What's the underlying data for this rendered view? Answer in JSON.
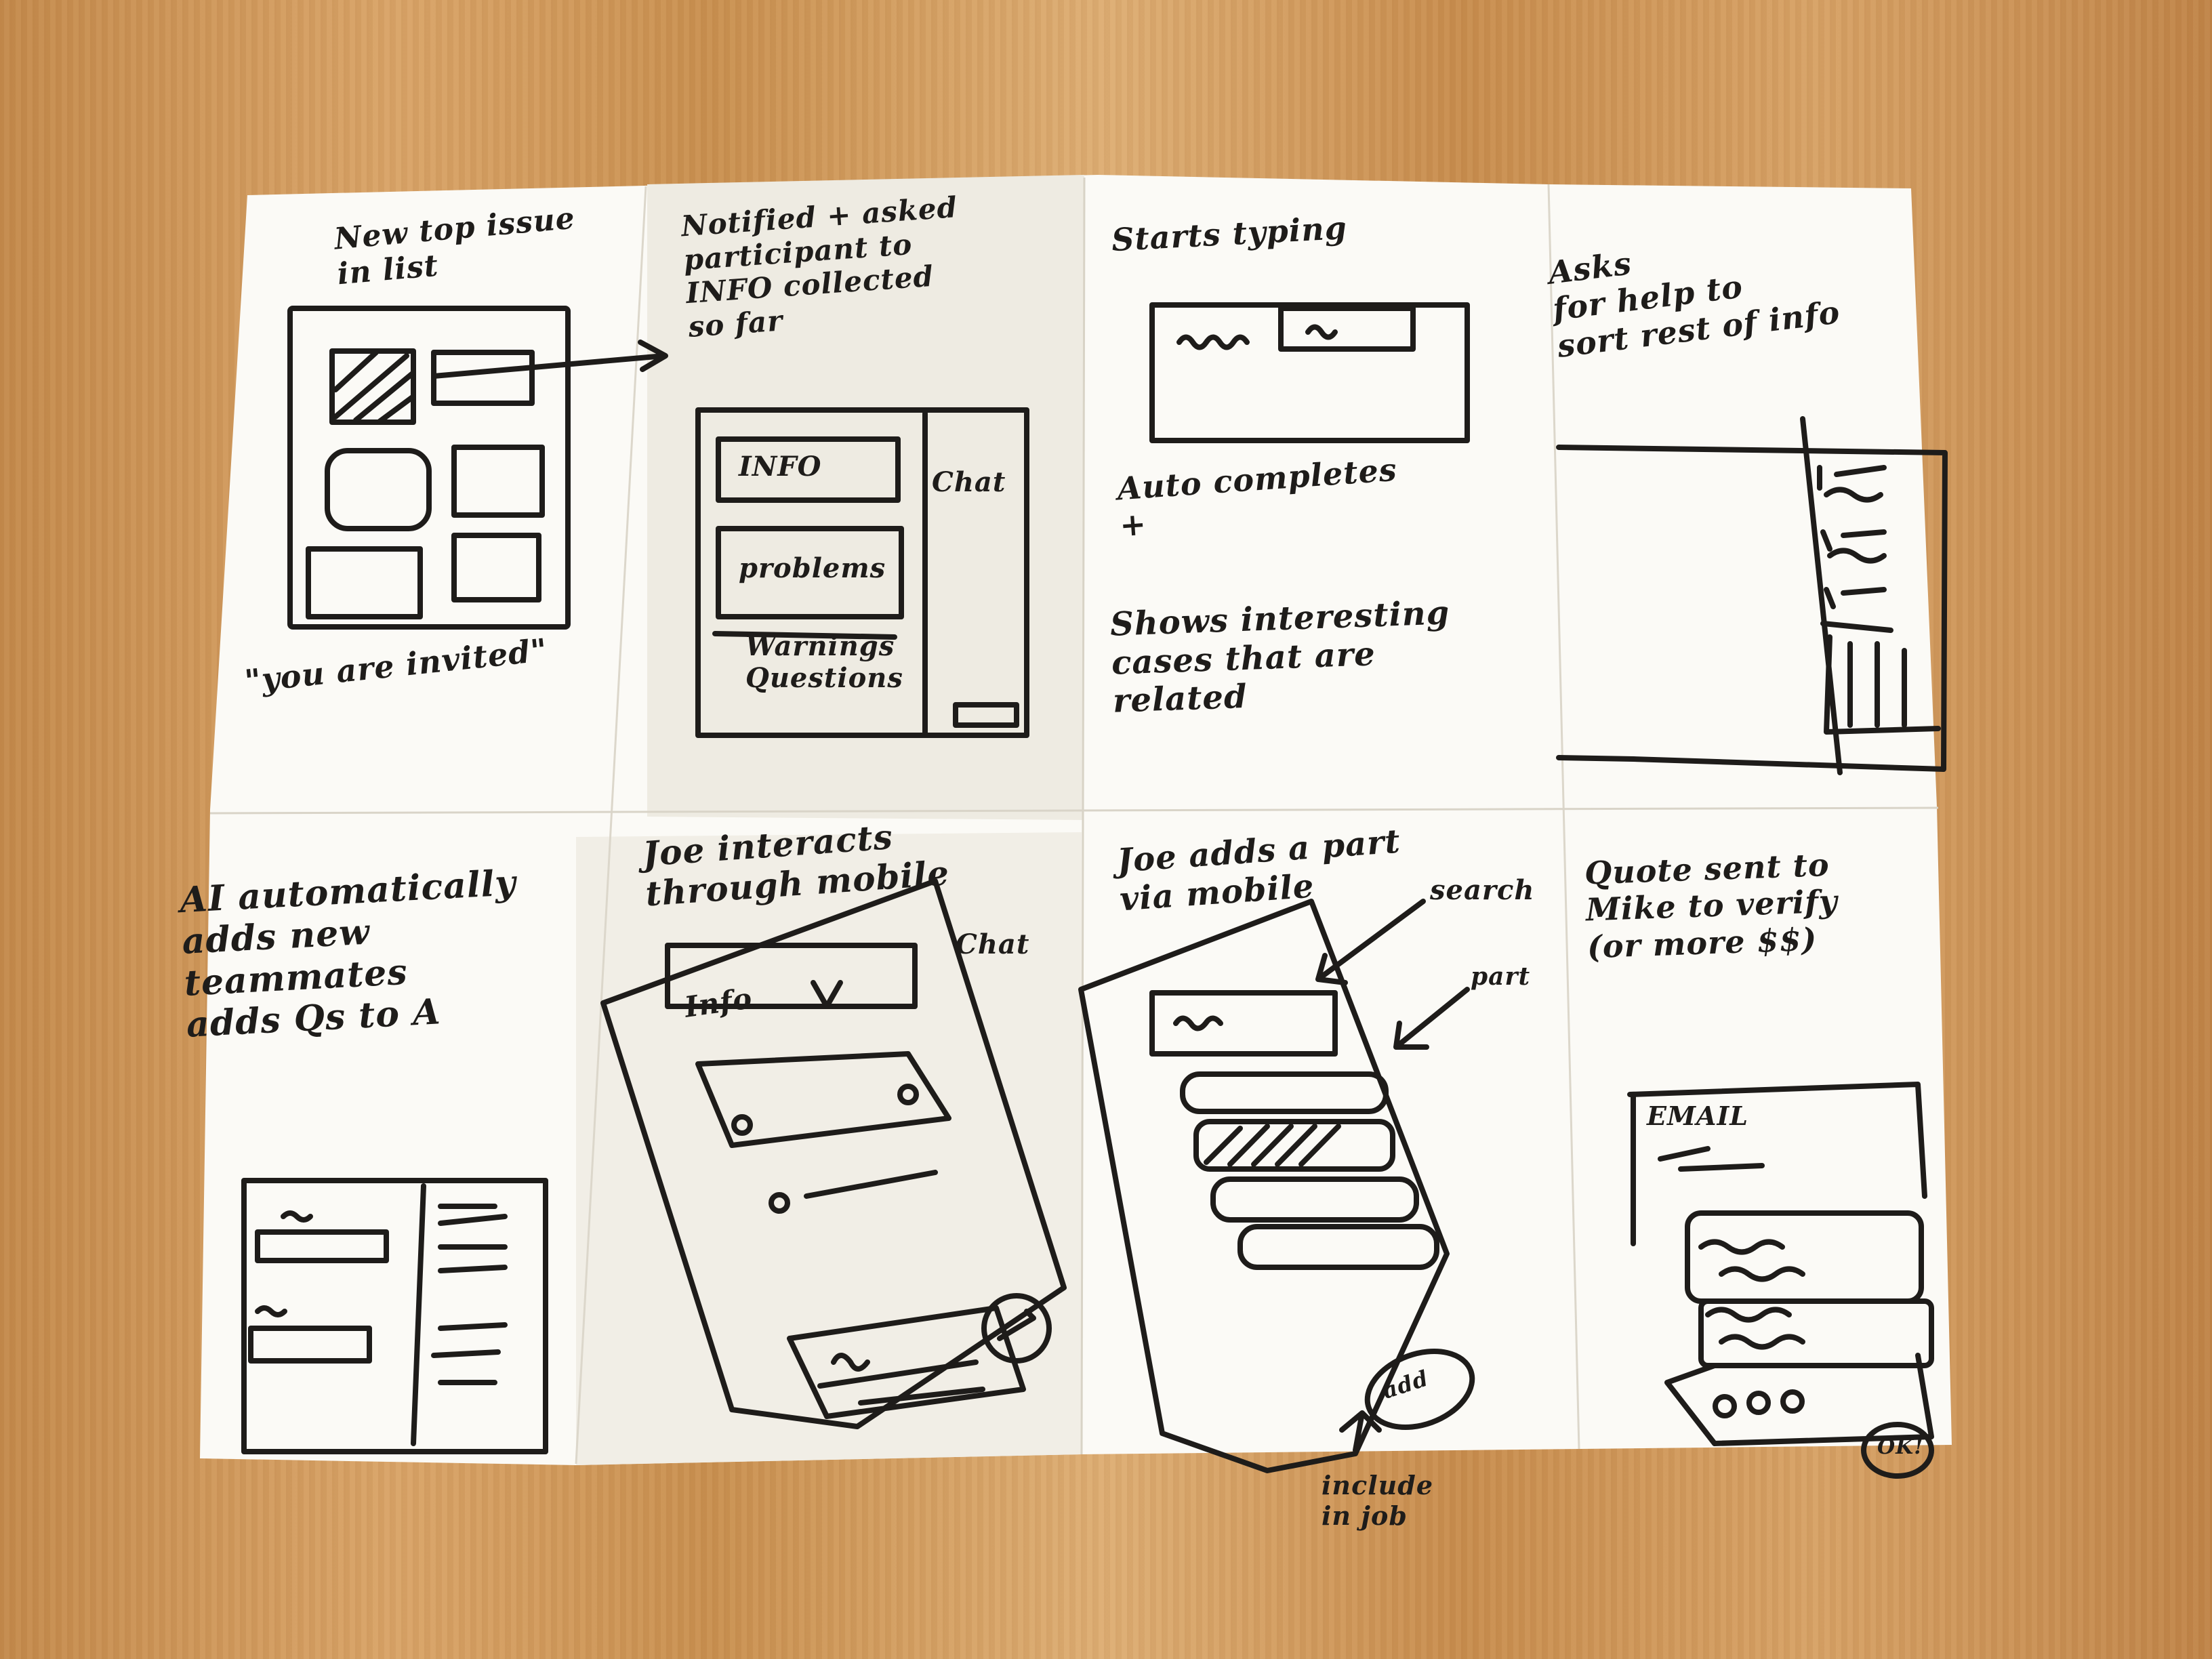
{
  "panels": [
    {
      "caption": "New top issue\nin list",
      "footer": "\"you are invited\""
    },
    {
      "caption": "Notified + asked\nparticipant to\nINFO collected\nso far",
      "labels": [
        "INFO",
        "problems",
        "Warnings\nQuestions",
        "Chat"
      ]
    },
    {
      "caption": "Starts typing",
      "text1": "Auto completes\n+",
      "text2": "Shows interesting\ncases that are\nrelated"
    },
    {
      "caption": "Asks\nfor help to\nsort rest of info"
    },
    {
      "caption": "AI automatically\nadds new\nteammates\nadds Qs to A"
    },
    {
      "caption": "Joe interacts\nthrough mobile",
      "labels": [
        "Info",
        "Chat"
      ]
    },
    {
      "caption": "Joe adds a part\nvia mobile",
      "labels": [
        "search",
        "part",
        "add",
        "include\nin job"
      ]
    },
    {
      "caption": "Quote sent to\nMike to verify\n(or more $$)",
      "labels": [
        "EMAIL",
        "OK!"
      ]
    }
  ],
  "colors": {
    "ink": "#1e1c1a",
    "paper": "#fbfaf6",
    "table": "#d29a5c"
  }
}
